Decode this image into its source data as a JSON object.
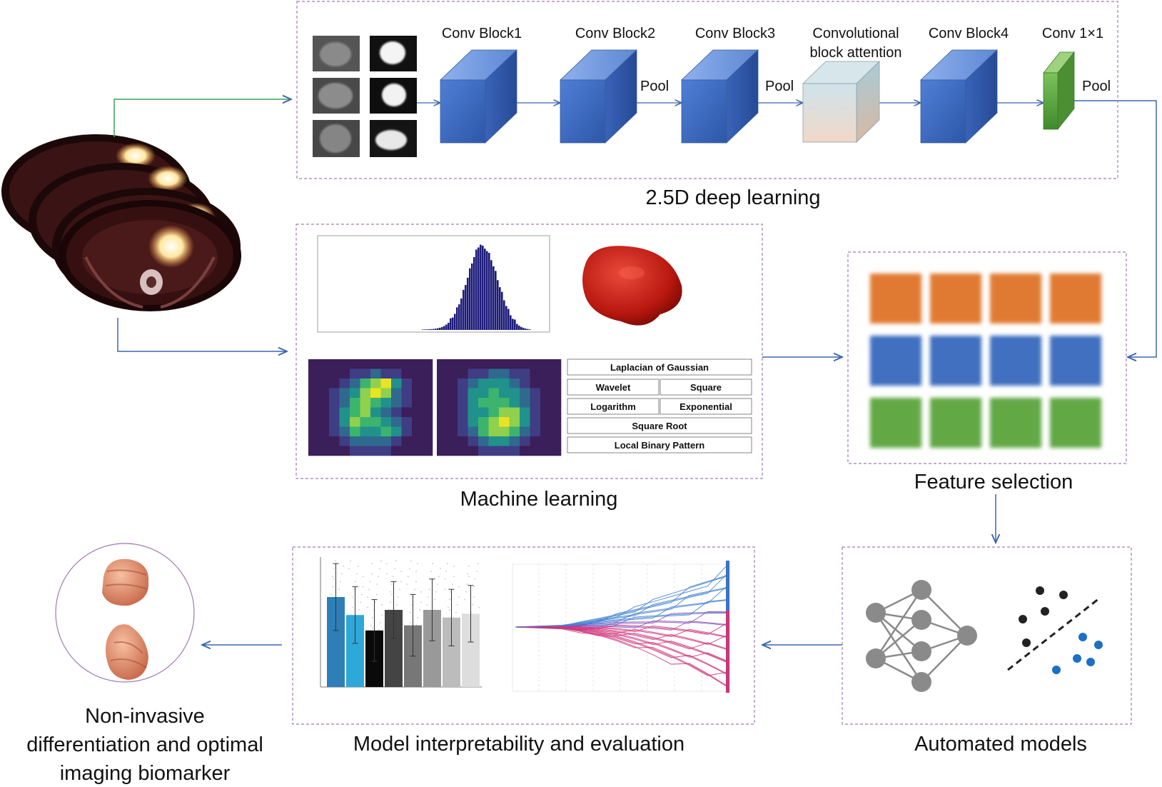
{
  "deep_learning": {
    "caption": "2.5D deep learning",
    "blocks": [
      {
        "label": "Conv Block1"
      },
      {
        "label": "Conv Block2",
        "pool": "Pool"
      },
      {
        "label": "Conv Block3",
        "pool": "Pool"
      },
      {
        "label_line1": "Convolutional",
        "label_line2": "block attention"
      },
      {
        "label": "Conv Block4"
      },
      {
        "label": "Conv 1×1",
        "pool": "Pool"
      }
    ]
  },
  "machine_learning": {
    "caption": "Machine learning",
    "filters": {
      "log": "Laplacian of Gaussian",
      "wavelet": "Wavelet",
      "square": "Square",
      "logarithm": "Logarithm",
      "exponential": "Exponential",
      "square_root": "Square Root",
      "lbp": "Local Binary Pattern"
    }
  },
  "feature_selection": {
    "caption": "Feature selection",
    "row_colors": [
      "#e07a30",
      "#3f6fbf",
      "#62a845"
    ]
  },
  "automated_models": {
    "caption": "Automated models"
  },
  "evaluation": {
    "caption": "Model interpretability and evaluation",
    "bar_values": [
      0.65,
      0.58,
      0.52,
      0.6,
      0.54,
      0.6,
      0.57,
      0.585
    ],
    "bar_colors": [
      "#2e7fb8",
      "#2ea8d8",
      "#0a0a0a",
      "#444444",
      "#777777",
      "#999999",
      "#bcbcbc",
      "#dddddd"
    ]
  },
  "outcome": {
    "line1": "Non-invasive",
    "line2": "differentiation and optimal",
    "line3": "imaging biomarker"
  },
  "colors": {
    "dashed_border": "#a07ab0",
    "arrow": "#3a66b0",
    "green_line": "#3aa35a",
    "conv_blue": "#3c6cc4",
    "conv_green": "#5aa840"
  }
}
